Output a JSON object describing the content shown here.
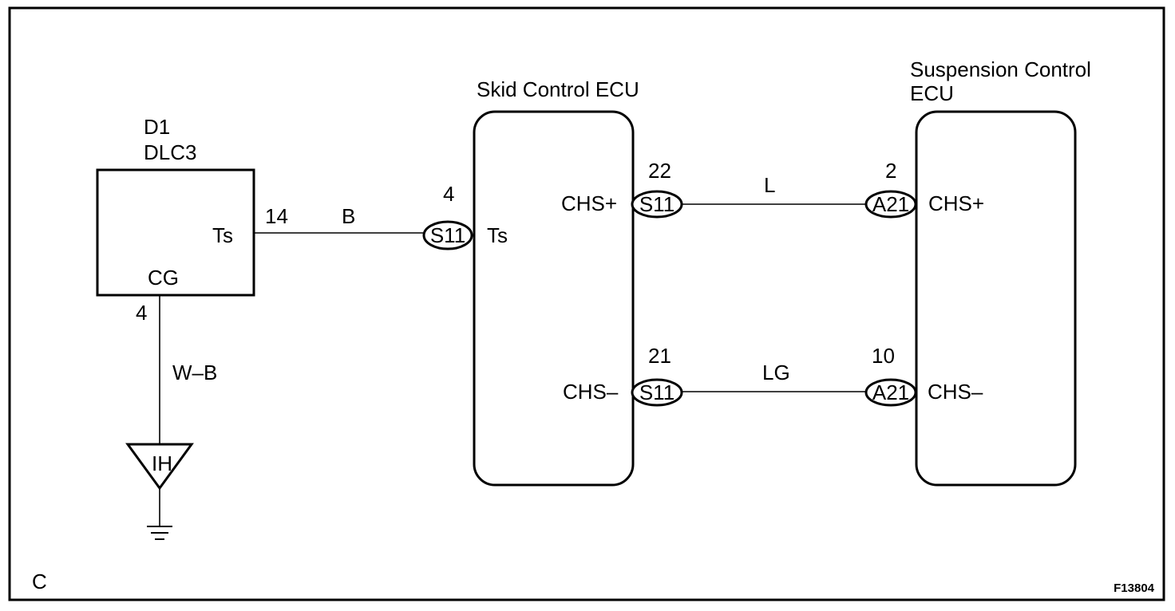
{
  "corner_label": "C",
  "figure_id": "F13804",
  "dlc3": {
    "code": "D1",
    "name": "DLC3",
    "ts_terminal": "Ts",
    "cg_terminal": "CG",
    "ts_pin": "14",
    "cg_pin": "4"
  },
  "ground": {
    "wire_color": "W–B",
    "ground_point": "IH"
  },
  "wires": {
    "ts_wire": "B",
    "chs_plus_wire": "L",
    "chs_minus_wire": "LG"
  },
  "skid_control_ecu": {
    "title": "Skid Control ECU",
    "ts_terminal": "Ts",
    "ts_pin": "4",
    "ts_connector": "S11",
    "chs_plus_terminal": "CHS+",
    "chs_plus_pin": "22",
    "chs_plus_connector": "S11",
    "chs_minus_terminal": "CHS–",
    "chs_minus_pin": "21",
    "chs_minus_connector": "S11"
  },
  "suspension_control_ecu": {
    "title_line1": "Suspension Control",
    "title_line2": "ECU",
    "chs_plus_terminal": "CHS+",
    "chs_plus_pin": "2",
    "chs_plus_connector": "A21",
    "chs_minus_terminal": "CHS–",
    "chs_minus_pin": "10",
    "chs_minus_connector": "A21"
  }
}
